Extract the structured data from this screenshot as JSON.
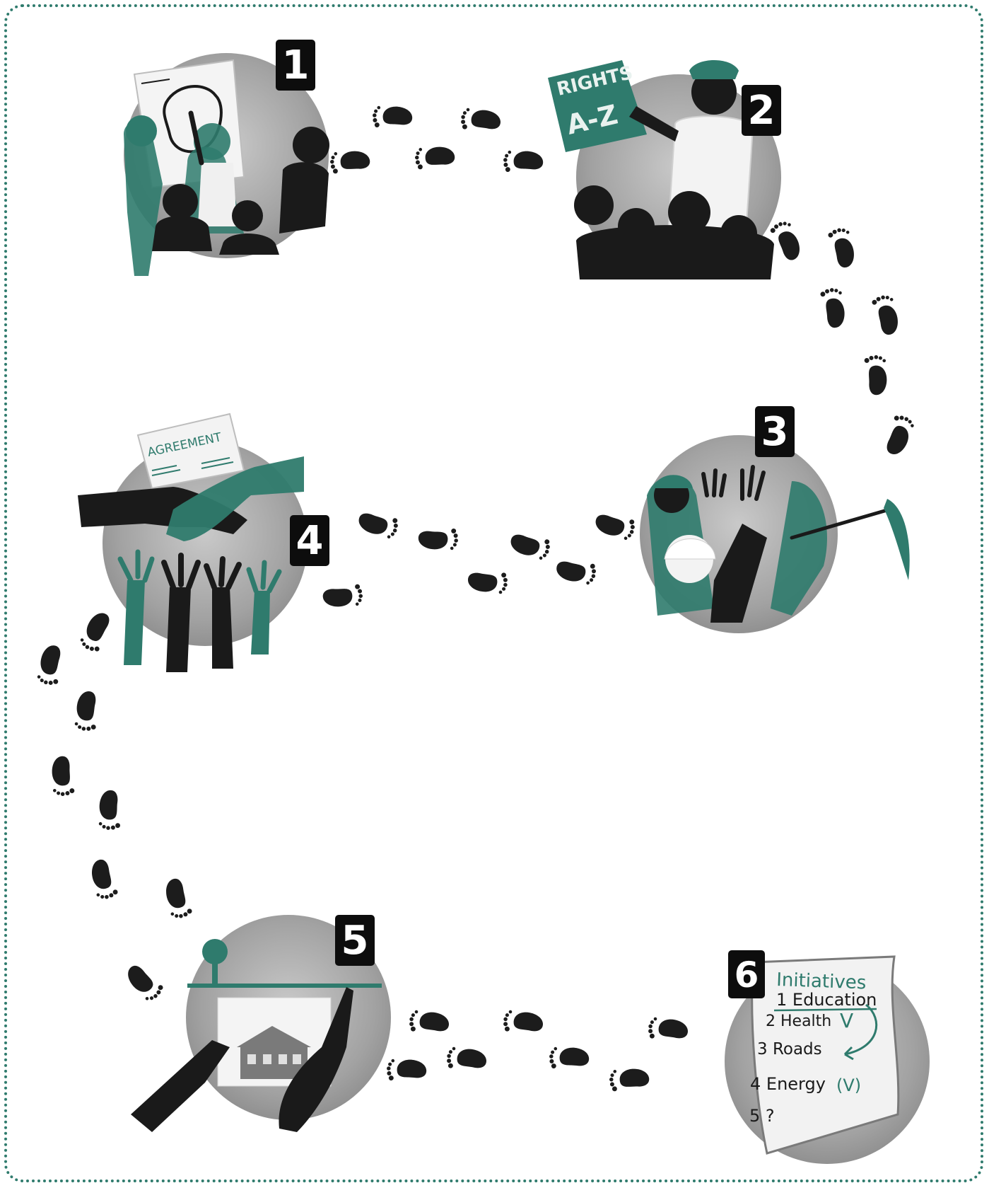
{
  "steps": [
    {
      "number": "1"
    },
    {
      "number": "2",
      "sign_text": [
        "RIGHTS",
        "A-Z"
      ]
    },
    {
      "number": "3"
    },
    {
      "number": "4",
      "document_title": "AGREEMENT"
    },
    {
      "number": "5"
    },
    {
      "number": "6",
      "list_title": "Initiatives",
      "list_items": [
        "1 Education",
        "2 Health",
        "3 Roads",
        "4 Energy",
        "5 ?"
      ],
      "marks": [
        "V",
        "(V)"
      ]
    }
  ],
  "colors": {
    "accent": "#2f7b6d",
    "dark": "#1a1a1a",
    "grey": "#9a9a9a",
    "paper": "#f2f2f2"
  },
  "icons": [
    "footprint-icon",
    "map-icon",
    "handshake-icon",
    "house-icon",
    "pickaxe-icon",
    "tree-icon"
  ]
}
